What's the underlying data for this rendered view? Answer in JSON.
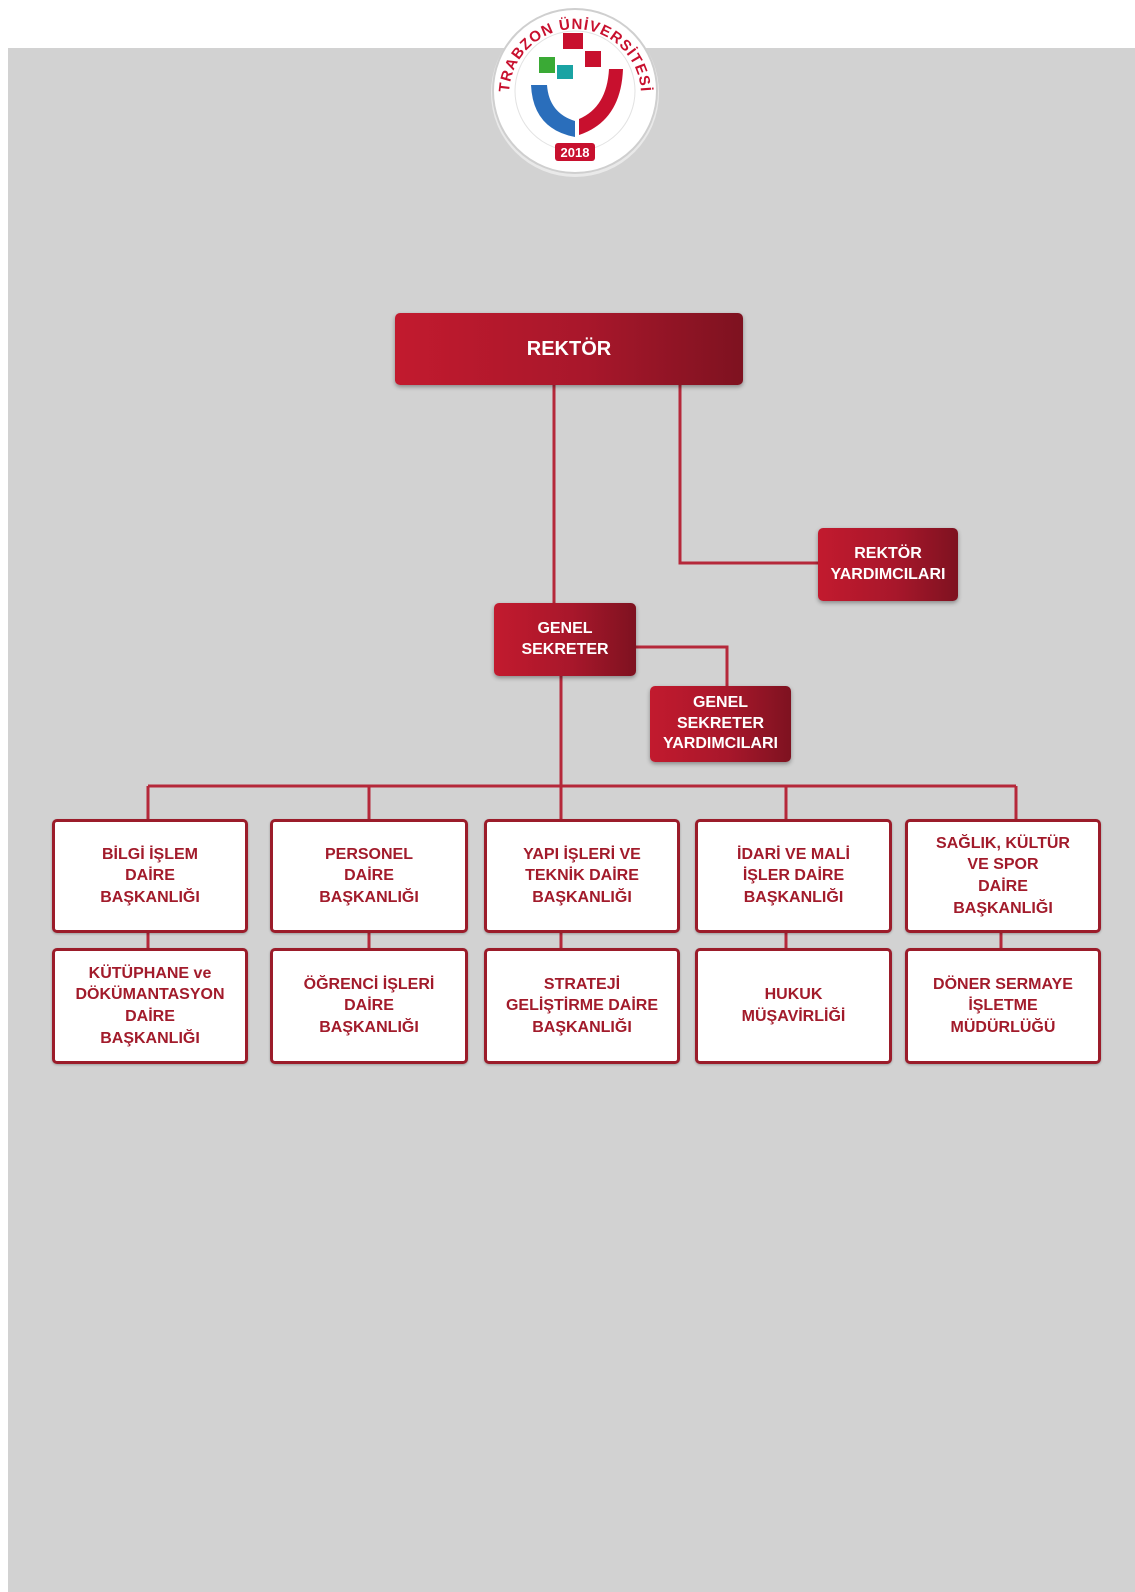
{
  "logo": {
    "arc_text": "TRABZON ÜNİVERSİTESİ",
    "year": "2018",
    "colors": {
      "red": "#c8102e",
      "blue": "#2a6ebb",
      "green": "#3aaa35",
      "teal": "#1aa3a3"
    }
  },
  "colors": {
    "primary_red": "#b3172d",
    "dark_red": "#7e1220",
    "line": "#b5283a",
    "background": "#d2d2d2"
  },
  "org": {
    "rector": "REKTÖR",
    "rector_deputies": "REKTÖR\nYARDIMCILARI",
    "secretary_general": "GENEL\nSEKRETER",
    "secretary_deputies": "GENEL\nSEKRETER\nYARDIMCILARI",
    "departments": [
      "BİLGİ İŞLEM\nDAİRE\nBAŞKANLIĞI",
      "PERSONEL\nDAİRE\nBAŞKANLIĞI",
      "YAPI İŞLERİ VE\nTEKNİK DAİRE\nBAŞKANLIĞI",
      "İDARİ VE MALİ\nİŞLER DAİRE\nBAŞKANLIĞI",
      "SAĞLIK, KÜLTÜR\nVE SPOR\nDAİRE\nBAŞKANLIĞI",
      "KÜTÜPHANE ve\nDÖKÜMANTASYON\nDAİRE\nBAŞKANLIĞI",
      "ÖĞRENCİ İŞLERİ\nDAİRE\nBAŞKANLIĞI",
      "STRATEJİ\nGELİŞTİRME DAİRE\nBAŞKANLIĞI",
      "HUKUK\nMÜŞAVİRLİĞİ",
      "DÖNER SERMAYE\nİŞLETME\nMÜDÜRLÜĞÜ"
    ]
  }
}
